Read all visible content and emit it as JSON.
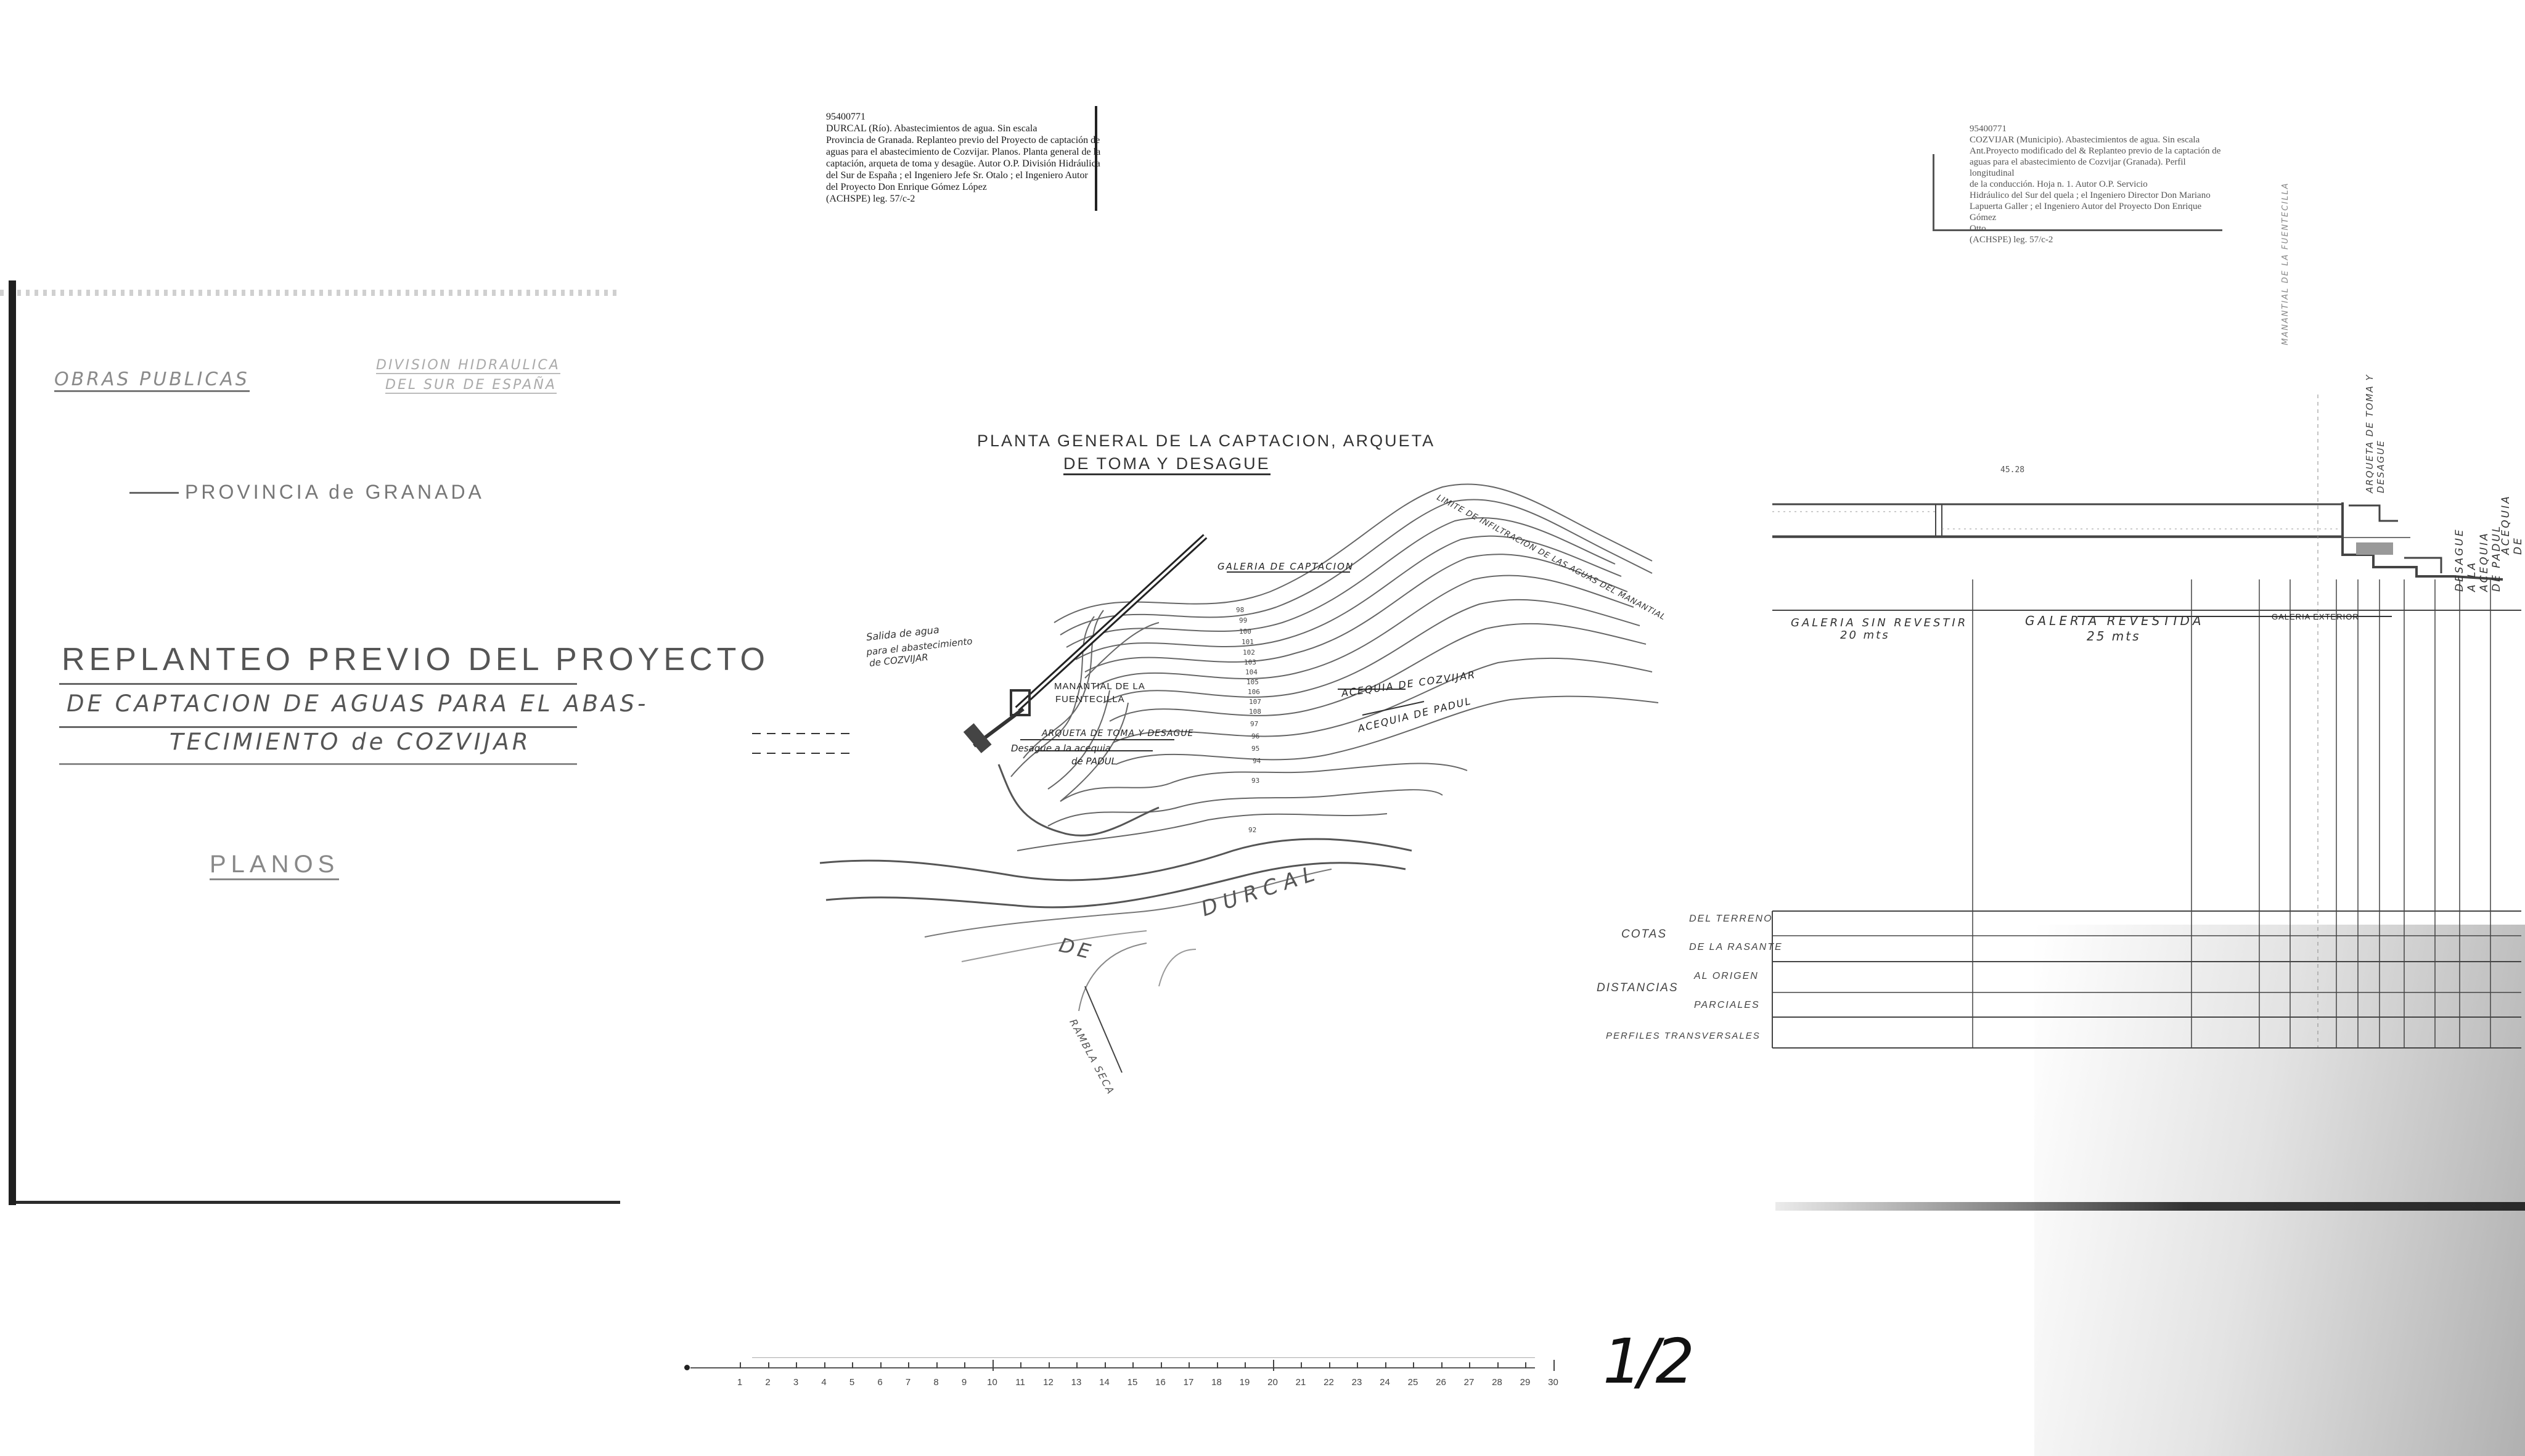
{
  "catalog_label_durcal": {
    "lines": [
      "95400771",
      "DURCAL (Río). Abastecimientos de agua. Sin escala",
      "Provincia de Granada. Replanteo previo del Proyecto de captación de",
      "aguas para el abastecimiento de Cozvijar. Planos. Planta general de la",
      "captación, arqueta de toma y desagüe. Autor O.P. División Hidráulica",
      "del Sur de España ; el Ingeniero Jefe Sr. Otalo ; el Ingeniero Autor",
      "del Proyecto Don Enrique Gómez López",
      "(ACHSPE) leg. 57/c-2"
    ]
  },
  "catalog_label_cozvijar": {
    "lines": [
      "95400771",
      "COZVIJAR (Municipio). Abastecimientos de agua. Sin escala",
      "Ant.Proyecto modificado del & Replanteo previo de la captación de",
      "aguas para el abastecimiento de Cozvijar (Granada). Perfil longitudinal",
      "de la conducción. Hoja n. 1. Autor O.P. Servicio",
      "Hidráulico del Sur del quela ; el Ingeniero Director Don Mariano",
      "Lapuerta Galler ; el Ingeniero Autor del Proyecto Don Enrique Gómez",
      "Otto",
      "(ACHSPE) leg. 57/c-2"
    ]
  },
  "title_block": {
    "header_left": "OBRAS PUBLICAS",
    "header_right_1": "DIVISION HIDRAULICA",
    "header_right_2": "DEL SUR DE ESPAÑA",
    "province": "PROVINCIA de GRANADA",
    "title_1": "REPLANTEO PREVIO DEL PROYECTO",
    "title_2": "DE CAPTACION DE AGUAS PARA EL ABAS-",
    "title_3": "TECIMIENTO de COZVIJAR",
    "subtitle": "PLANOS"
  },
  "plan": {
    "title_1": "PLANTA GENERAL DE LA CAPTACION, ARQUETA",
    "title_2": "DE TOMA Y DESAGUE",
    "labels": {
      "galeria": "GALERIA DE CAPTACION",
      "salida_1": "Salida de agua",
      "salida_2": "para el abastecimiento",
      "salida_3": "de COZVIJAR",
      "manantial_1": "MANANTIAL DE LA",
      "manantial_2": "FUENTECILLA",
      "arqueta": "ARQUETA DE TOMA Y DESAGUE",
      "desague_1": "Desague a la acequia",
      "desague_2": "de PADUL",
      "acequia_cozvijar": "ACEQUIA DE COZVIJAR",
      "acequia_padul": "ACEQUIA DE PADUL",
      "limite": "LIMITE DE INFILTRACION DE LAS AGUAS DEL MANANTIAL",
      "rio_de": "DE",
      "rio_durcal": "DURCAL",
      "rambla": "RAMBLA SECA"
    },
    "contour_labels": [
      "98",
      "99",
      "100",
      "101",
      "102",
      "103",
      "104",
      "105",
      "106",
      "107",
      "108",
      "97",
      "96",
      "95",
      "94",
      "93",
      "92"
    ]
  },
  "scale": {
    "ticks": [
      "1",
      "2",
      "3",
      "4",
      "5",
      "6",
      "7",
      "8",
      "9",
      "10",
      "11",
      "12",
      "13",
      "14",
      "15",
      "16",
      "17",
      "18",
      "19",
      "20",
      "21",
      "22",
      "23",
      "24",
      "25",
      "26",
      "27",
      "28",
      "29",
      "30"
    ],
    "sheet_number": "1/2"
  },
  "profile": {
    "top_value": "45.28",
    "sections": {
      "sin_revestir_1": "GALERIA SIN REVESTIR",
      "sin_revestir_2": "20 mts",
      "revestida_1": "GALERIA REVESTIDA",
      "revestida_2": "25 mts",
      "exterior": "GALERIA EXTERIOR"
    },
    "vertical_labels": {
      "v1": "MANANTIAL DE LA FUENTECILLA",
      "v2": "ARQUETA DE TOMA Y DESAGUE",
      "v3": "DESAGUE A LA ACEQUIA DE PADUL",
      "v4": "ACEQUIA DE PADUL"
    },
    "rows": {
      "cotas": "COTAS",
      "del_terreno": "DEL TERRENO",
      "de_la_rasante": "DE LA RASANTE",
      "distancias": "DISTANCIAS",
      "al_origen": "AL ORIGEN",
      "parciales": "PARCIALES",
      "perfiles": "PERFILES TRANSVERSALES"
    }
  }
}
